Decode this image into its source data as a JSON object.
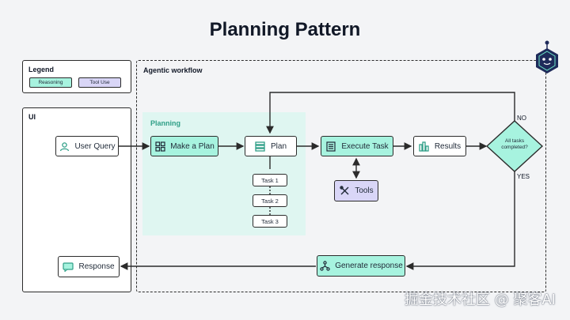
{
  "title": "Planning Pattern",
  "legend": {
    "title": "Legend",
    "reasoning": "Reasoning",
    "tool_use": "Tool Use"
  },
  "ui_panel": {
    "title": "UI"
  },
  "workflow": {
    "title": "Agentic workflow"
  },
  "planning": {
    "title": "Planning"
  },
  "nodes": {
    "user_query": "User Query",
    "make_plan": "Make a Plan",
    "plan": "Plan",
    "task1": "Task 1",
    "task2": "Task 2",
    "task3": "Task 3",
    "execute": "Execute Task",
    "tools": "Tools",
    "results": "Results",
    "decision": "All tasks completed?",
    "generate": "Generate response",
    "response": "Response"
  },
  "edges": {
    "no": "NO",
    "yes": "YES"
  },
  "watermark": "掘金技术社区 @ 聚客AI",
  "colors": {
    "reasoning": "#a7f3df",
    "tool_use": "#d9d6f7",
    "planning_area": "#dff6f1",
    "robot": "#1e2a5a"
  }
}
